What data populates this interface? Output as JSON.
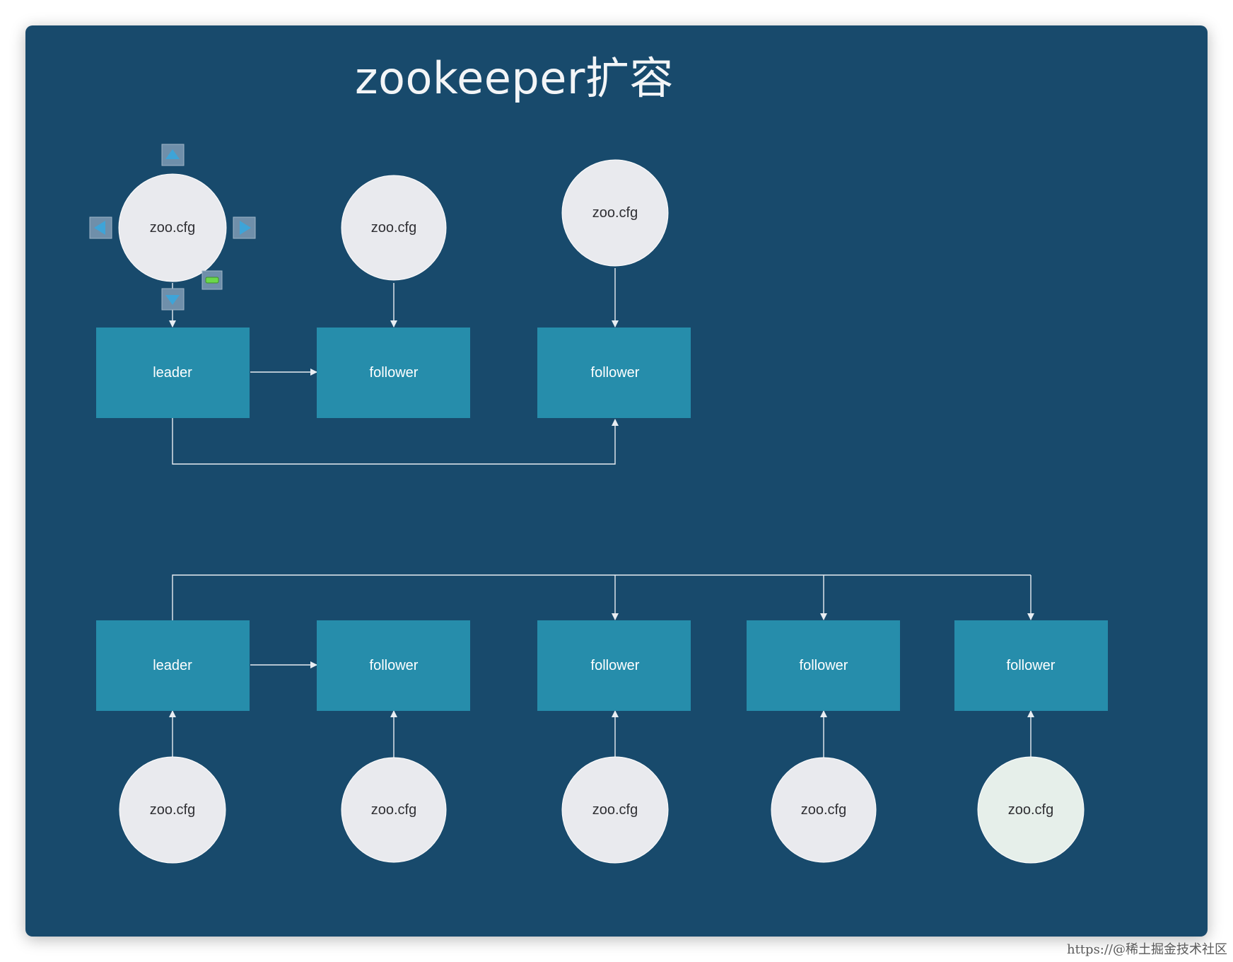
{
  "title": "zookeeper扩容",
  "colors": {
    "background": "#184a6c",
    "node_box": "#268dab",
    "config_circle": "#e9eaee",
    "config_circle_tinted": "#e6efea",
    "edge": "#e8edf2"
  },
  "top_cluster": {
    "configs": [
      "zoo.cfg",
      "zoo.cfg",
      "zoo.cfg"
    ],
    "servers": [
      "leader",
      "follower",
      "follower"
    ]
  },
  "bottom_cluster": {
    "configs": [
      "zoo.cfg",
      "zoo.cfg",
      "zoo.cfg",
      "zoo.cfg",
      "zoo.cfg"
    ],
    "servers": [
      "leader",
      "follower",
      "follower",
      "follower",
      "follower"
    ]
  },
  "selection_handles": [
    "arrow-up-icon",
    "arrow-left-icon",
    "arrow-right-icon",
    "arrow-down-icon",
    "delete-icon"
  ],
  "watermark": "https://@稀土掘金技术社区"
}
